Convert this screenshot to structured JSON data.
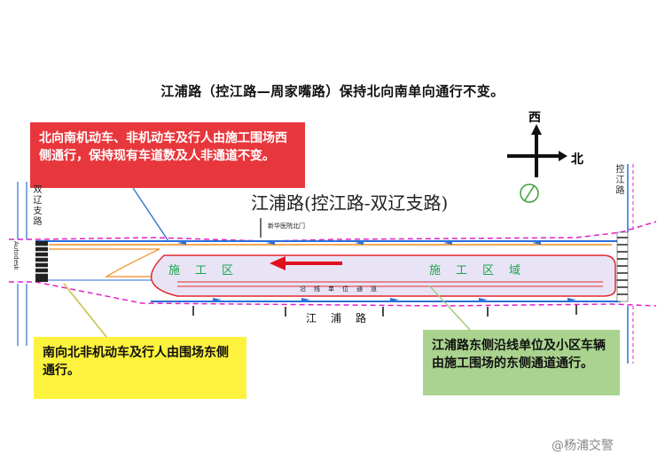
{
  "title": "江浦路（控江路—周家嘴路）保持北向南单向通行不变。",
  "callouts": {
    "red": "北向南机动车、非机动车及行人由施工围场西侧通行，保持现有车道数及人非通道不变。",
    "yellow": "南向北非机动车及行人由围场东侧通行。",
    "green": "江浦路东侧沿线单位及小区车辆由施工围场的东侧通道通行。"
  },
  "map": {
    "segment_name": "江浦路(控江路-双辽支路)",
    "compass": {
      "west": "西",
      "north": "北"
    },
    "zone_labels": [
      "施　工　区",
      "施　工　区　域"
    ],
    "road_label_bottom": "江　浦　路",
    "inner_strip_label": "沿　线　单　位　通　道",
    "gate_label": "新华医院北门",
    "left_road": "双辽支路",
    "left_road_small": "Autodesk",
    "right_road": "控江路"
  },
  "watermark": "@杨浦交警",
  "colors": {
    "red_box": "#e8373c",
    "yellow_box": "#fdf23d",
    "green_box": "#a9d38e",
    "work_zone": "#e8e4f6",
    "zone_text": "#1aa54a",
    "arrow": "#e0101e"
  }
}
